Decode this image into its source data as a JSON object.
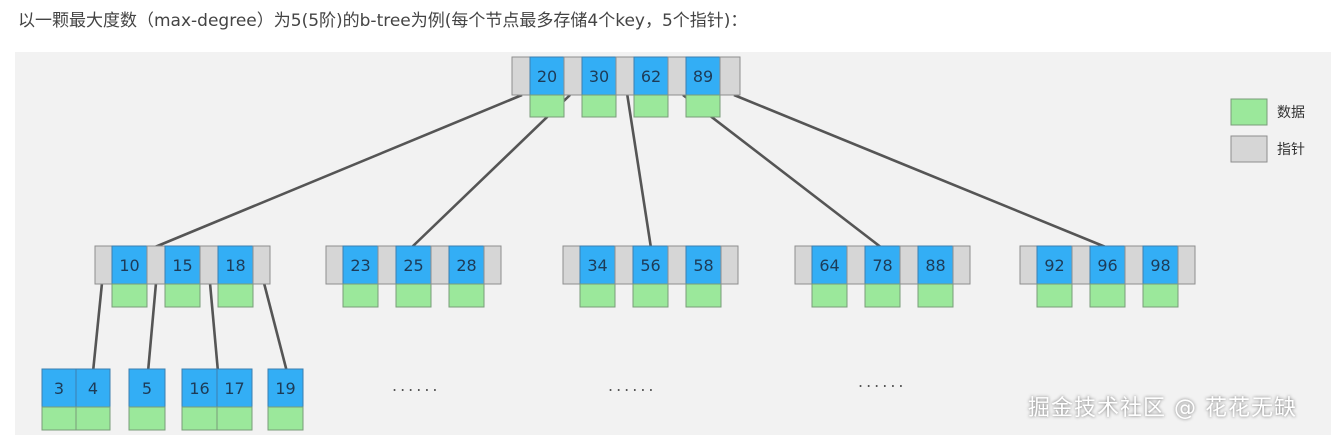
{
  "heading": "以一颗最大度数（max-degree）为5(5阶)的b-tree为例(每个节点最多存储4个key，5个指针)：",
  "legend": {
    "data_label": "数据",
    "pointer_label": "指针"
  },
  "colors": {
    "key": "#33aef5",
    "data": "#9be89b",
    "pointer": "#d6d6d6",
    "edge": "#555555",
    "background": "#f2f2f2"
  },
  "tree": {
    "root": {
      "keys": [
        "20",
        "30",
        "62",
        "89"
      ]
    },
    "level2": [
      {
        "keys": [
          "10",
          "15",
          "18"
        ]
      },
      {
        "keys": [
          "23",
          "25",
          "28"
        ]
      },
      {
        "keys": [
          "34",
          "56",
          "58"
        ]
      },
      {
        "keys": [
          "64",
          "78",
          "88"
        ]
      },
      {
        "keys": [
          "92",
          "96",
          "98"
        ]
      }
    ],
    "leaves": [
      {
        "keys": [
          "3",
          "4"
        ]
      },
      {
        "keys": [
          "5"
        ]
      },
      {
        "keys": [
          "16",
          "17"
        ]
      },
      {
        "keys": [
          "19"
        ]
      }
    ]
  },
  "ellipsis": "......",
  "watermark": "掘金技术社区 @ 花花无缺"
}
